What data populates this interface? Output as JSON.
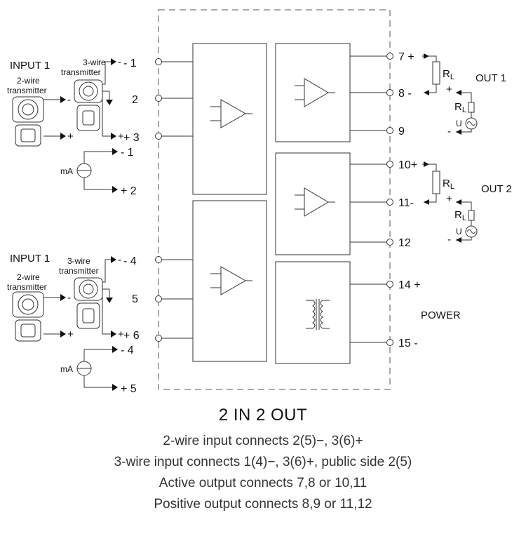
{
  "diagram": {
    "inputs": [
      {
        "label": "INPUT 1",
        "two_wire": "2-wire\ntransmitter",
        "three_wire": "3-wire\ntransmitter",
        "pins": [
          "- 1",
          "2",
          "+ 3"
        ],
        "ma_label": "mA",
        "ma_pins": [
          "- 1",
          "+ 2"
        ]
      },
      {
        "label": "INPUT 1",
        "two_wire": "2-wire\ntransmitter",
        "three_wire": "3-wire\ntransmitter",
        "pins": [
          "- 4",
          "5",
          "+ 6"
        ],
        "ma_label": "mA",
        "ma_pins": [
          "- 4",
          "+ 5"
        ]
      }
    ],
    "two_wire_signs": [
      "-",
      "+"
    ],
    "three_wire_signs": [
      "-",
      "+"
    ],
    "outputs": [
      {
        "label": "OUT 1",
        "terminals": [
          "7 +",
          "8 -",
          "9"
        ],
        "rl": "RL",
        "rl2": "RL",
        "u": "U",
        "plus": "+",
        "minus": "-"
      },
      {
        "label": "OUT 2",
        "terminals": [
          "10+",
          "11-",
          "12"
        ],
        "rl": "RL",
        "rl2": "RL",
        "u": "U",
        "plus": "+",
        "minus": "-"
      }
    ],
    "power": {
      "label": "POWER",
      "terminals": [
        "14 +",
        "15 -"
      ]
    }
  },
  "caption": {
    "title": "2 IN 2 OUT",
    "lines": [
      "2-wire input connects 2(5)−, 3(6)+",
      "3-wire input connects 1(4)−, 3(6)+, public side 2(5)",
      "Active output connects 7,8 or 10,11",
      "Positive output connects 8,9 or 11,12"
    ]
  }
}
